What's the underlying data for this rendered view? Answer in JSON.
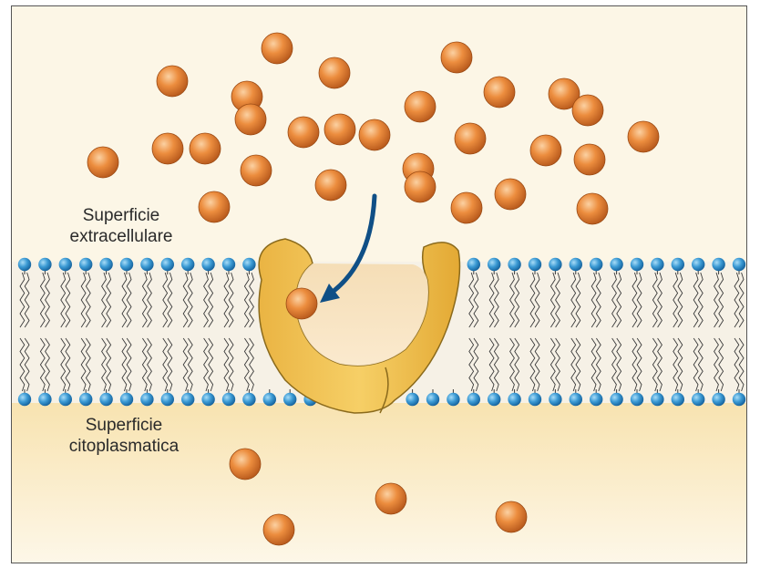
{
  "labels": {
    "extracellular_line1": "Superficie",
    "extracellular_line2": "extracellulare",
    "cytoplasmic_line1": "Superficie",
    "cytoplasmic_line2": "citoplasmatica"
  },
  "colors": {
    "extracellular_bg": "#fcf6e6",
    "cytoplasm_bg": "#f9e7b8",
    "lipid_head": "#2f8fc9",
    "protein": "#f2c14e",
    "protein_edge": "#8a6a1c",
    "molecule": "#e07a2a",
    "arrow": "#0f4f86"
  }
}
